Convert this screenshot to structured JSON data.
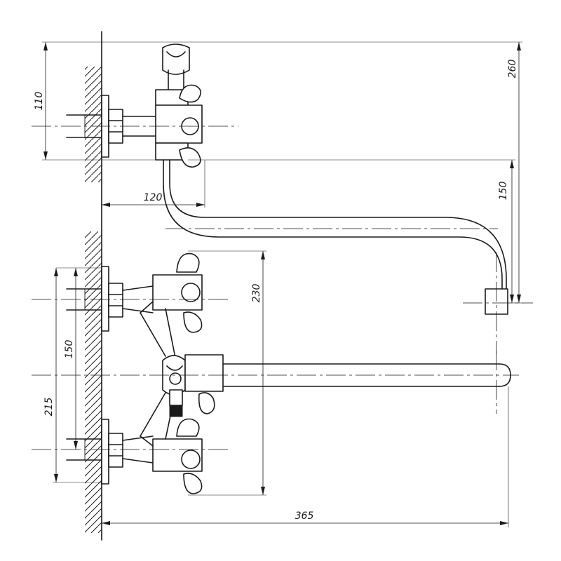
{
  "dimensions": {
    "d260": "260",
    "d110": "110",
    "d120": "120",
    "d150_spout": "150",
    "d230": "230",
    "d150_inlets": "150",
    "d215": "215",
    "d365": "365"
  }
}
